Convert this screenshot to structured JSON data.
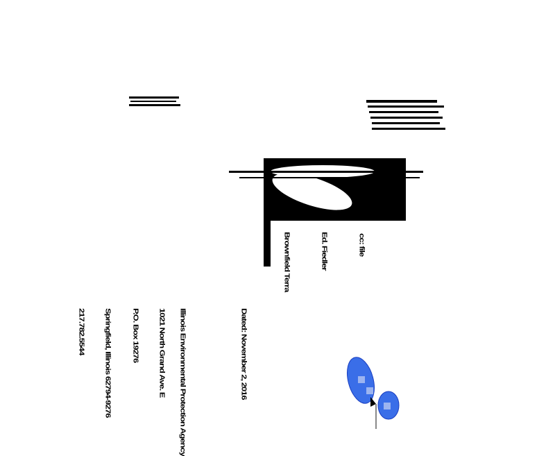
{
  "letter": {
    "date_line": "Dated: November 2, 2016",
    "address": [
      "Illinois Environmental Protection Agency",
      "1021 North Grand Ave. E",
      "P.O. Box 19276",
      "Springfield, Illinois 62794-9276",
      "217.782.5544"
    ]
  },
  "figure": {
    "captions": [
      "Brownfield Terra",
      "Ed. Fiedler",
      "cc: file"
    ]
  },
  "colors": {
    "ink": "#000000",
    "stamp": "#3a6ee8"
  }
}
